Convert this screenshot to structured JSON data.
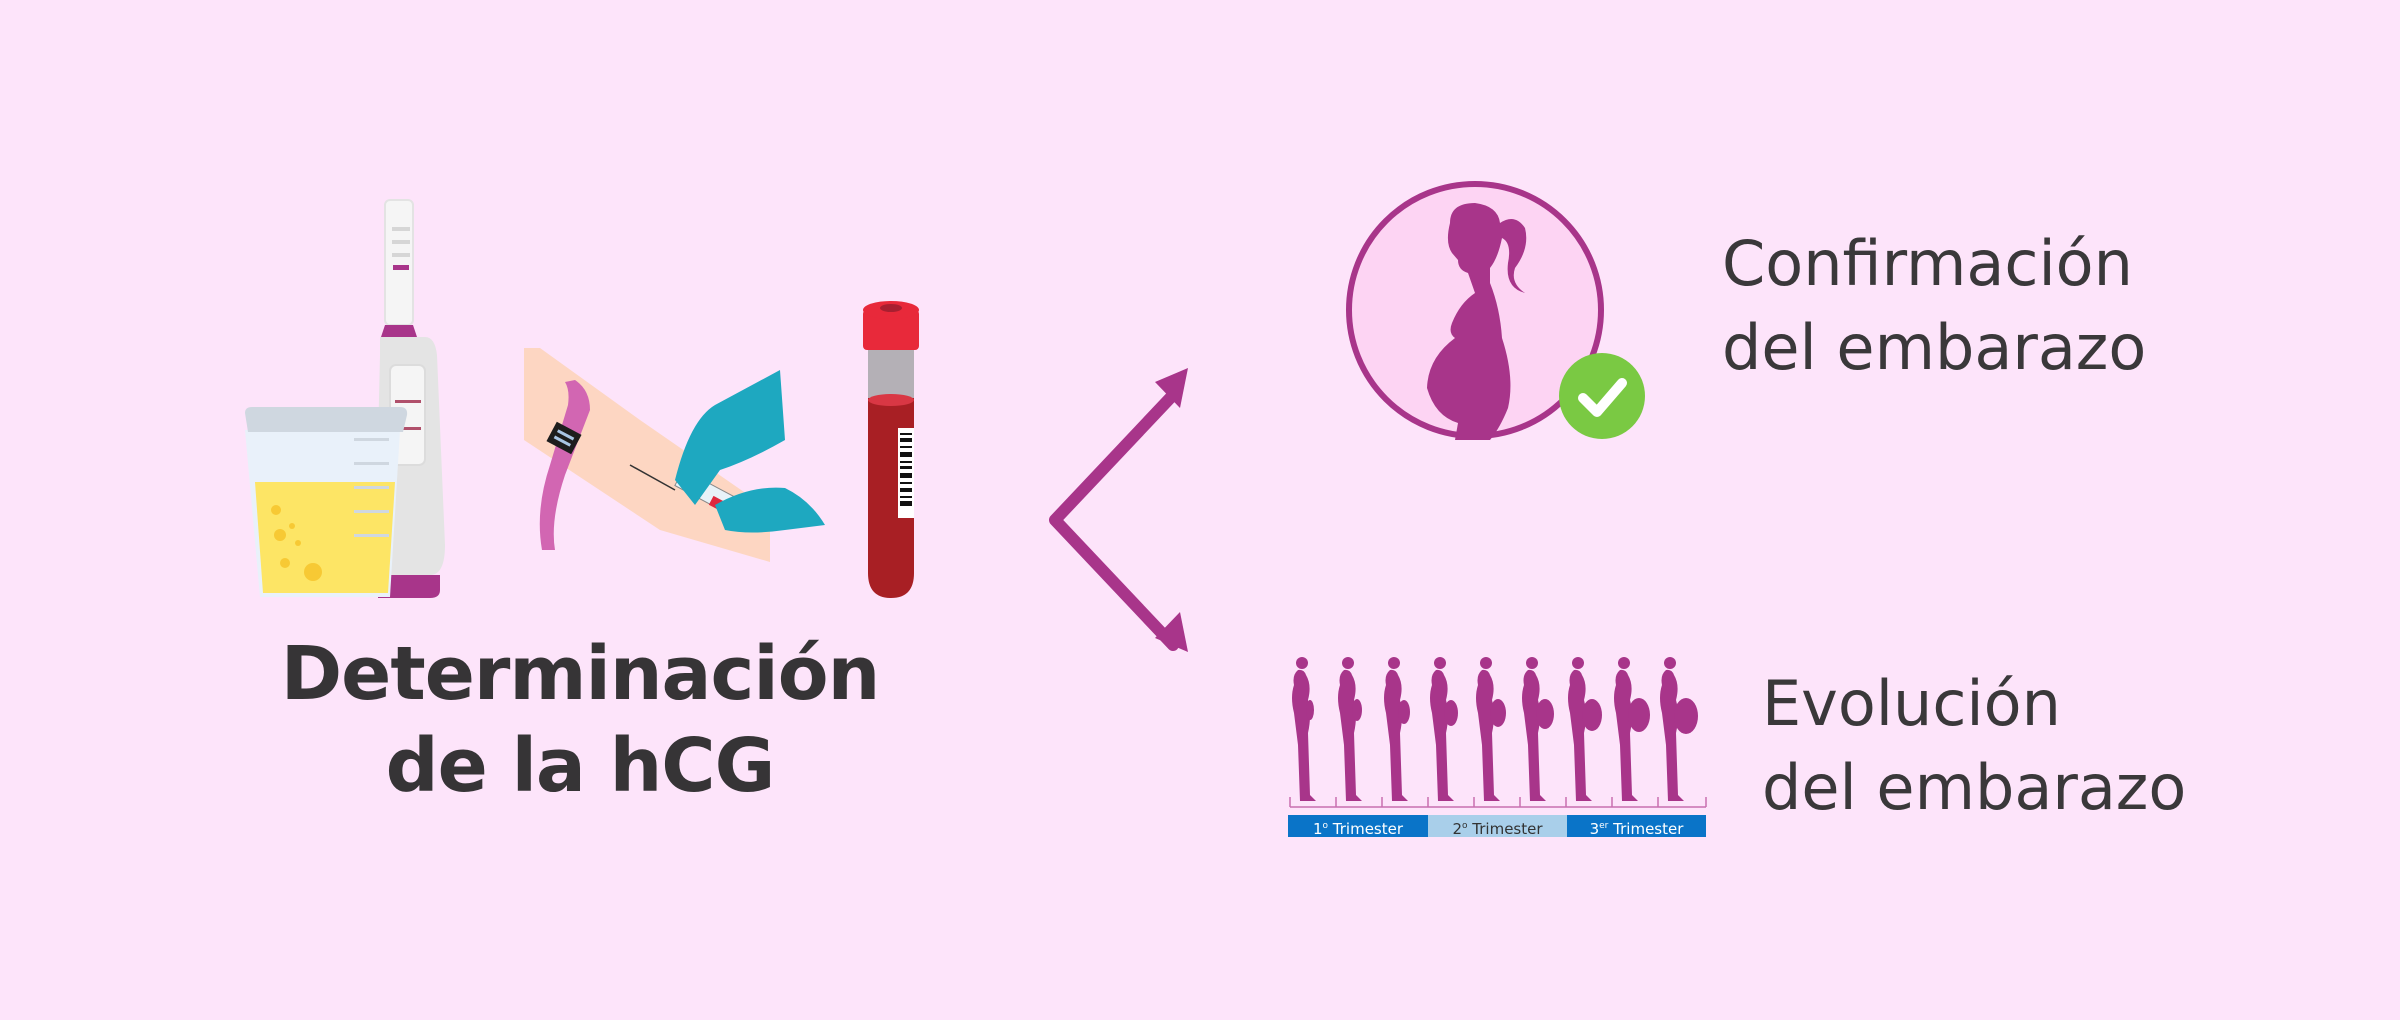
{
  "main": {
    "title_line1": "Determinación",
    "title_line2": "de la hCG",
    "outcomes": [
      {
        "line1": "Confirmación",
        "line2": "del embarazo",
        "icon": "pregnant-woman-check-icon"
      },
      {
        "line1": "Evolución",
        "line2": "del embarazo",
        "icon": "pregnancy-progression-icon"
      }
    ],
    "trimesters": [
      {
        "num": "1",
        "sup": "o",
        "label": "Trimester",
        "color": "#0a74c8"
      },
      {
        "num": "2",
        "sup": "o",
        "label": "Trimester",
        "color": "#a9cfea"
      },
      {
        "num": "3",
        "sup": "er",
        "label": "Trimester",
        "color": "#0a74c8"
      }
    ]
  },
  "icons": {
    "urine_test": "urine-cup-and-pregnancy-test-icon",
    "blood_draw": "blood-draw-arm-icon",
    "blood_tube": "blood-sample-tube-icon",
    "arrows": "branching-arrows-icon"
  },
  "colors": {
    "background": "#fde4fa",
    "accent": "#a8358a",
    "text": "#363436",
    "check": "#7ac943"
  }
}
